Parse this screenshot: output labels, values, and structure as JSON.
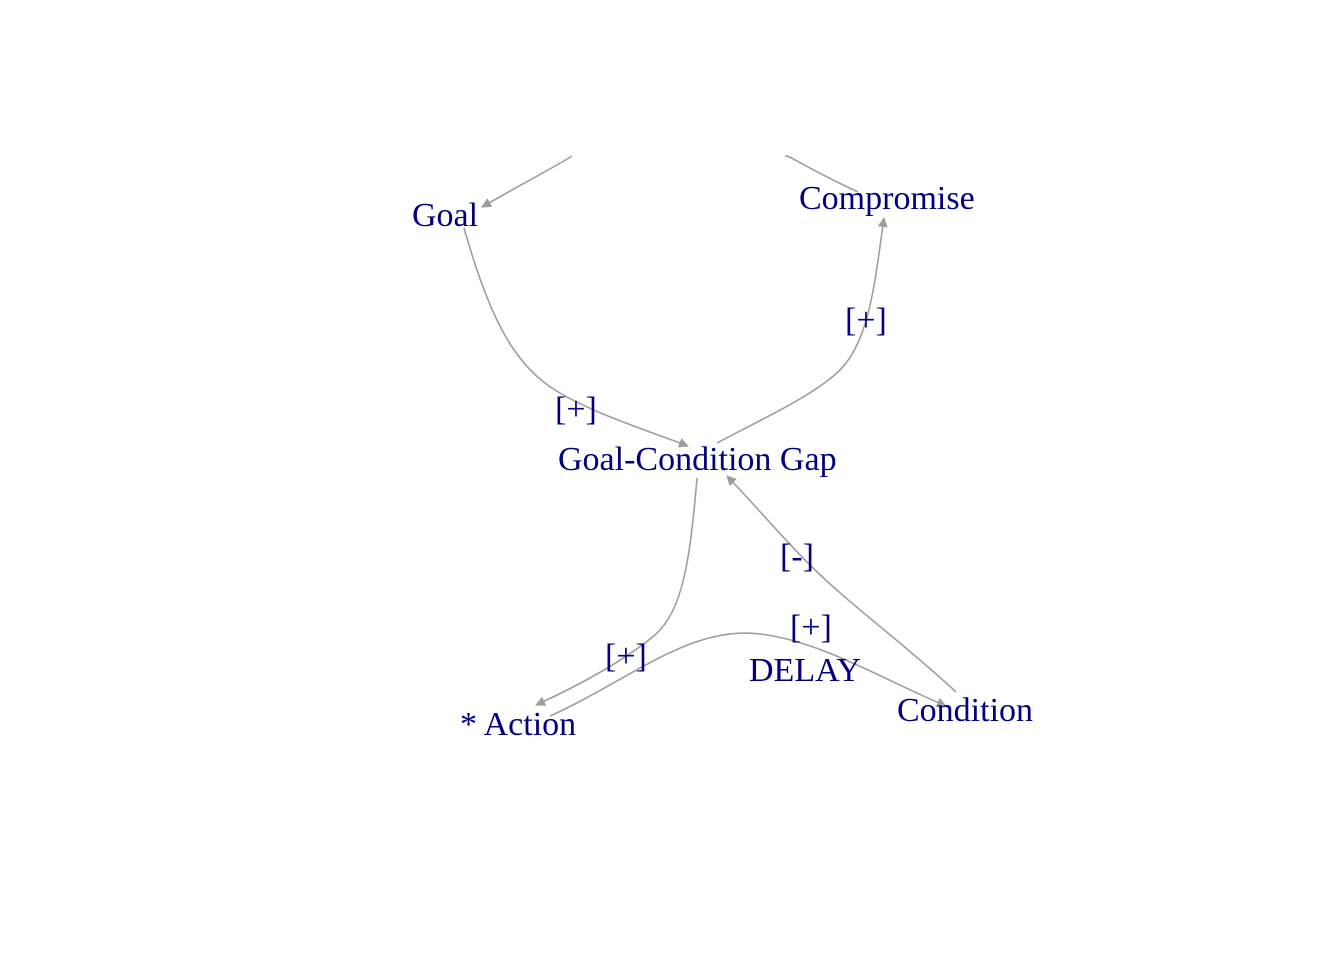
{
  "colors": {
    "label": "#000080",
    "edge": "#9e9e9e",
    "background": "#ffffff"
  },
  "nodes": [
    {
      "id": "goal",
      "label": "Goal"
    },
    {
      "id": "compromise",
      "label": "Compromise"
    },
    {
      "id": "gap",
      "label": "Goal-Condition Gap"
    },
    {
      "id": "action",
      "label": "* Action"
    },
    {
      "id": "condition",
      "label": "Condition"
    }
  ],
  "edges": [
    {
      "id": "compromise-to-goal",
      "from": "compromise",
      "to": "goal",
      "label": ""
    },
    {
      "id": "goal-to-gap",
      "from": "goal",
      "to": "gap",
      "label": "[+]"
    },
    {
      "id": "gap-to-compromise",
      "from": "gap",
      "to": "compromise",
      "label": "[+]"
    },
    {
      "id": "gap-to-action",
      "from": "gap",
      "to": "action",
      "label": "[+]"
    },
    {
      "id": "condition-to-gap",
      "from": "condition",
      "to": "gap",
      "label": "[-]"
    },
    {
      "id": "action-to-condition",
      "from": "action",
      "to": "condition",
      "label": "[+]"
    }
  ],
  "annotations": {
    "delay": "DELAY"
  }
}
